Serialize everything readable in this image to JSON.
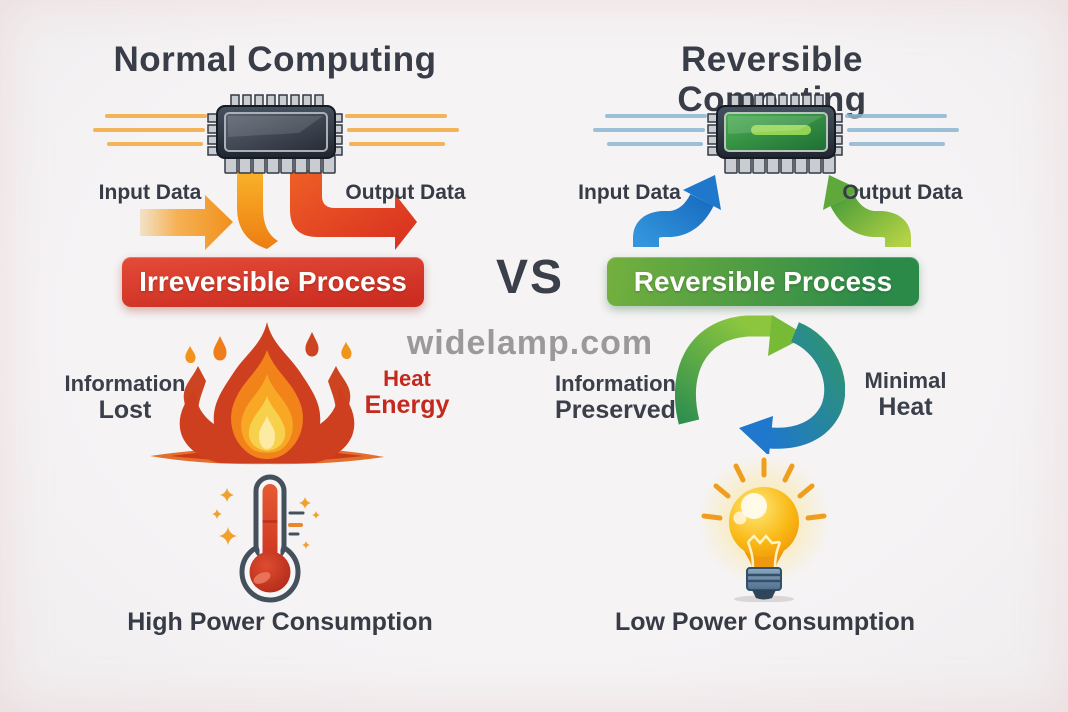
{
  "page": {
    "watermark": "widelamp.com",
    "vs_label": "VS",
    "background_color": "#f2f0f1"
  },
  "left": {
    "title": "Normal Computing",
    "input_label": "Input Data",
    "output_label": "Output Data",
    "process_label": "Irreversible Process",
    "info_line1": "Information",
    "info_line2": "Lost",
    "heat_line1": "Heat",
    "heat_line2": "Energy",
    "bottom_label": "High Power Consumption",
    "accent_color": "#d63425",
    "arrow_in_color": "#f59a1c",
    "arrow_out_color": "#d9301f"
  },
  "right": {
    "title": "Reversible Computing",
    "input_label": "Input Data",
    "output_label": "Output Data",
    "process_label": "Reversible Process",
    "info_line1": "Information",
    "info_line2": "Preserved",
    "heat_line1": "Minimal",
    "heat_line2": "Heat",
    "bottom_label": "Low Power Consumption",
    "accent_color": "#2e8b4f",
    "arrow_in_color": "#1f78cb",
    "arrow_out_color": "#7ab83c"
  },
  "icons": {
    "left_chip": "microchip-icon",
    "right_chip": "microchip-green-icon",
    "fire": "fire-icon",
    "thermometer": "thermometer-icon",
    "loop": "recycle-loop-icon",
    "lightbulb": "lightbulb-icon"
  }
}
